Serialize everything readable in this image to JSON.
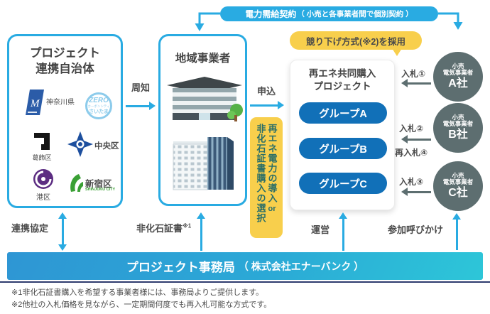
{
  "colors": {
    "accent_blue": "#29abe2",
    "group_pill_blue": "#1170b8",
    "retailer_slate": "#5d6e70",
    "highlight_yellow": "#f8cf4c",
    "choice_text_teal": "#2a6e68",
    "banner_gradient_start": "#2e96d4",
    "banner_gradient_end": "#2dc6d8"
  },
  "top_banner": {
    "main": "電力需給契約",
    "paren": "（ 小売と各事業者間で個別契約 ）"
  },
  "auction_note": {
    "label": "競り下げ方式(※2)を採用"
  },
  "municipalities": {
    "title_line1": "プロジェクト",
    "title_line2": "連携自治体",
    "logos": {
      "kanagawa": {
        "label": "神奈川県"
      },
      "saitama": {
        "zero": "ZERO",
        "carbon": "カーボンシティ",
        "name": "さいたま"
      },
      "katsushika": {
        "label": "葛飾区"
      },
      "chuo": {
        "label": "中央区"
      },
      "minato": {
        "label": "港区"
      },
      "shinjuku": {
        "label": "新宿区",
        "sub": "SHINJUKU CITY"
      }
    }
  },
  "regional": {
    "title": "地域事業者"
  },
  "project": {
    "title_line1": "再エネ共同購入",
    "title_line2": "プロジェクト",
    "groups": [
      {
        "label": "グループA"
      },
      {
        "label": "グループB"
      },
      {
        "label": "グループC"
      }
    ]
  },
  "retailers": [
    {
      "type_line1": "小売",
      "type_line2": "電気事業者",
      "name": "A社",
      "bid": "入札①"
    },
    {
      "type_line1": "小売",
      "type_line2": "電気事業者",
      "name": "B社",
      "bid": "入札②",
      "rebid": "再入札④"
    },
    {
      "type_line1": "小売",
      "type_line2": "電気事業者",
      "name": "C社",
      "bid": "入札③"
    }
  ],
  "flow_labels": {
    "notify": "周知",
    "apply": "申込",
    "partnership": "連携協定",
    "certificate": "非化石証書",
    "certificate_note": "※1",
    "operate": "運営",
    "invite": "参加呼びかけ"
  },
  "choice": {
    "line1": "再エネ電力の導入",
    "or": "or",
    "line2": "非化石証書購入の選択"
  },
  "bottom_banner": {
    "main": "プロジェクト事務局",
    "paren": "（ 株式会社エナーバンク ）"
  },
  "footnotes": [
    "※1非化石証書購入を希望する事業者様には、事務局よりご提供します。",
    "※2他社の入札価格を見ながら、一定期間何度でも再入札可能な方式です。"
  ]
}
